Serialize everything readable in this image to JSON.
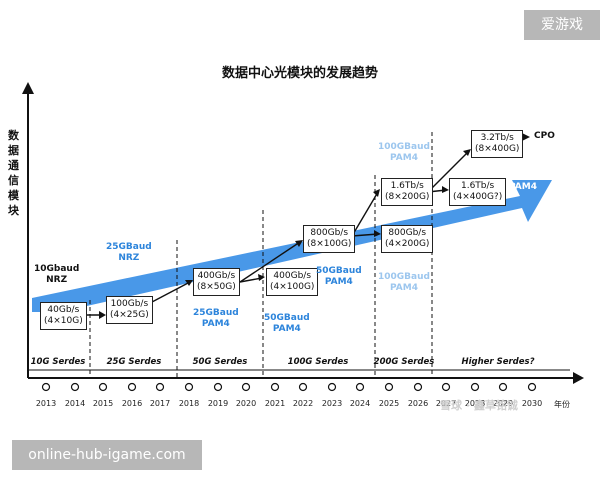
{
  "badge": "爱游戏",
  "title": "数据中心光模块的发展趋势",
  "ylabel": "数据通信模块",
  "boxes": {
    "b1": "40Gb/s\n(4×10G)",
    "b2": "100Gb/s\n(4×25G)",
    "b3": "400Gb/s\n(8×50G)",
    "b4": "400Gb/s\n(4×100G)",
    "b5": "800Gb/s\n(8×100G)",
    "b6": "800Gb/s\n(4×200G)",
    "b7": "1.6Tb/s\n(8×200G)",
    "b8": "1.6Tb/s\n(4×400G?)",
    "b9": "3.2Tb/s\n(8×400G)"
  },
  "labels": {
    "nrz10": "10Gbaud\nNRZ",
    "nrz25": "25GBaud\nNRZ",
    "pam4_25": "25GBaud\nPAM4",
    "pam4_50a": "50GBaud\nPAM4",
    "pam4_50b": "50GBaud\nPAM4",
    "pam4_100a": "100GBaud\nPAM4",
    "pam4_100b": "100GBaud\nPAM4",
    "pam4_200": "200GBaud\nPAM4",
    "cpo": "CPO"
  },
  "eras": [
    "10G Serdes",
    "25G Serdes",
    "50G Serdes",
    "100G Serdes",
    "200G Serdes",
    "Higher Serdes?"
  ],
  "years": [
    "2013",
    "2014",
    "2015",
    "2016",
    "2017",
    "2018",
    "2019",
    "2020",
    "2021",
    "2022",
    "2023",
    "2024",
    "2025",
    "2026",
    "2027",
    "2028",
    "2029",
    "2030",
    "年份"
  ],
  "watermark": "雪球 · 鑫草铭诚",
  "banner": "online-hub-igame.com",
  "colors": {
    "arrow": "#3a8fe6",
    "accent": "#2c84db"
  }
}
